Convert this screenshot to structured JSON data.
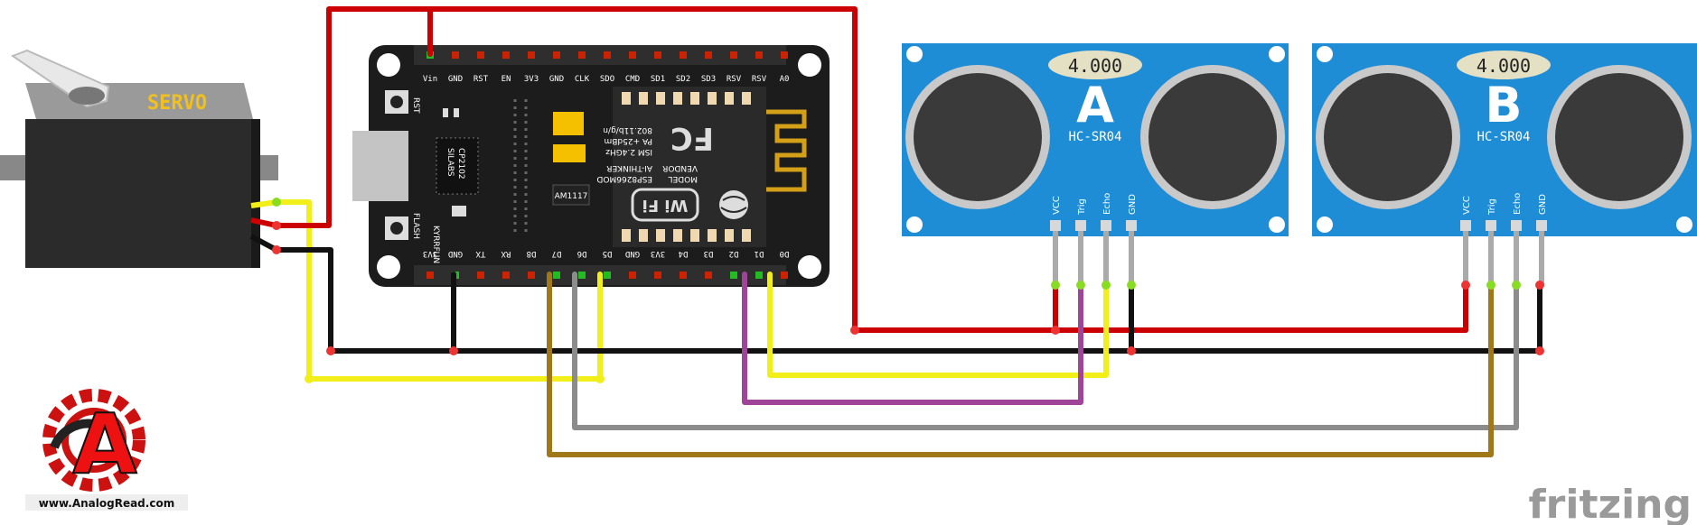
{
  "colors": {
    "wire_red": "#cc0000",
    "wire_black": "#111111",
    "wire_yellow": "#f2ee1a",
    "wire_olive": "#a07818",
    "wire_gray": "#8c8c8c",
    "wire_purple": "#a0449a",
    "board": "#1c1c1c",
    "sensor_blue": "#1f8dd6",
    "servo_body": "#2b2b2b",
    "servo_top": "#9a9a9a",
    "servo_label": "#f0c020"
  },
  "servo": {
    "label": "SERVO"
  },
  "board": {
    "top_pins": [
      "Vin",
      "GND",
      "RST",
      "EN",
      "3V3",
      "GND",
      "CLK",
      "SDO",
      "CMD",
      "SD1",
      "SD2",
      "SD3",
      "RSV",
      "RSV",
      "A0"
    ],
    "bottom_pins": [
      "3V3",
      "GND",
      "TX",
      "RX",
      "D8",
      "D7",
      "D6",
      "D5",
      "GND",
      "3V3",
      "D4",
      "D3",
      "D2",
      "D1",
      "D0"
    ],
    "button_rst": "RST",
    "button_flash": "FLASH",
    "chip_lines": [
      "SILABS",
      "CP2102"
    ],
    "regulator": "AM1117",
    "brand": "KYRRFUN",
    "module_lines": [
      "MODEL",
      "VENDOR",
      "ISM 2.4GHz",
      "PA +25dBm",
      "802.11b/g/n"
    ],
    "module_values": [
      "ESP8266MOD",
      "AI-THINKER"
    ],
    "wifi": "Wi Fi"
  },
  "sensors": [
    {
      "letter": "A",
      "display": "4.000",
      "model": "HC-SR04",
      "pins": [
        "VCC",
        "Trig",
        "Echo",
        "GND"
      ]
    },
    {
      "letter": "B",
      "display": "4.000",
      "model": "HC-SR04",
      "pins": [
        "VCC",
        "Trig",
        "Echo",
        "GND"
      ]
    }
  ],
  "logo": {
    "letter": "A",
    "url": "www.AnalogRead.com"
  },
  "watermark": "fritzing"
}
